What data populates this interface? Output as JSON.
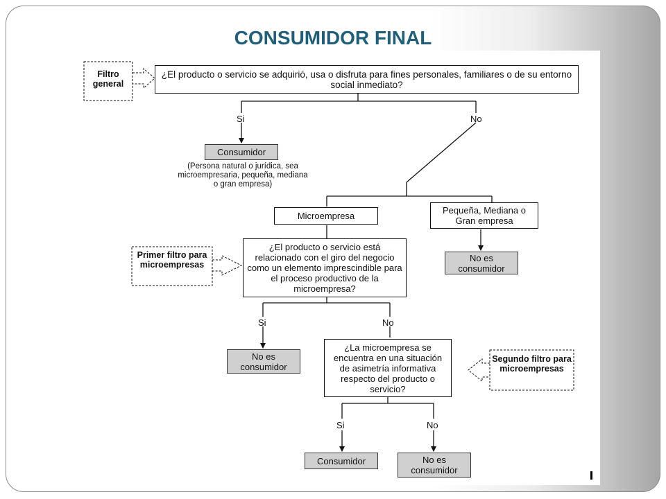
{
  "slide": {
    "title": "CONSUMIDOR FINAL"
  },
  "flowchart": {
    "q1": "¿El producto o servicio se adquirió, usa o disfruta para fines personales, familiares o de su entorno social inmediato?",
    "q1_tag": "Filtro general",
    "q1_yes": "Si",
    "q1_no": "No",
    "consumidor_1": "Consumidor",
    "consumidor_1_note": "(Persona natural o jurídica, sea microempresaria, pequeña, mediana o gran empresa)",
    "micro": "Microempresa",
    "pyme": "Pequeña, Mediana o Gran empresa",
    "no_consumidor_1": "No es consumidor",
    "q2": "¿El producto o servicio está relacionado con el giro del negocio como un elemento imprescindible para el proceso productivo de la microempresa?",
    "q2_tag": "Primer filtro para microempresas",
    "q2_yes": "Si",
    "q2_no": "No",
    "no_consumidor_2": "No es consumidor",
    "q3": "¿La microempresa se encuentra en una situación de asimetría informativa respecto del producto o servicio?",
    "q3_tag": "Segundo filtro para microempresas",
    "q3_yes": "Si",
    "q3_no": "No",
    "consumidor_2": "Consumidor",
    "no_consumidor_3": "No es consumidor"
  }
}
